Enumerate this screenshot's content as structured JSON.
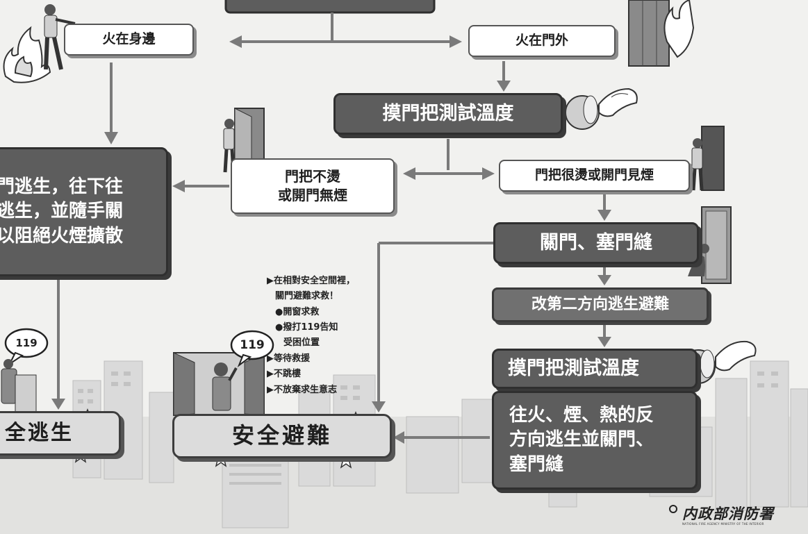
{
  "nodes": {
    "fire_beside": "火在身邊",
    "fire_outside_door": "火在門外",
    "test_door_temp_1": "摸門把測試溫度",
    "knob_not_hot_line1": "門把不燙",
    "knob_not_hot_line2": "或開門無煙",
    "knob_hot": "門把很燙或開門見煙",
    "escape_down_line1": "門逃生，往下往",
    "escape_down_line2": "逃生，並隨手關",
    "escape_down_line3": "以阻絕火煙擴散",
    "close_door": "關門、塞門縫",
    "second_direction": "改第二方向逃生避難",
    "test_door_temp_2": "摸門把測試溫度",
    "reverse_line1": "往火、煙、熱的反",
    "reverse_line2": "方向逃生並關門、",
    "reverse_line3": "塞門縫",
    "safe_escape": "全逃生",
    "safe_refuge": "安全避難"
  },
  "notes": [
    "▶在相對安全空間裡，",
    "關門避難求救！",
    "●開窗求救",
    "●撥打119告知",
    "受困位置",
    "▶等待救援",
    "▶不跳樓",
    "▶不放棄求生意志"
  ],
  "bubbles": {
    "left": "119",
    "center": "119"
  },
  "logo": {
    "name": "内政部消防署",
    "subtitle": "NATIONAL FIRE AGENCY MINISTRY OF THE INTERIOR"
  },
  "colors": {
    "dark_box": "#5d5d5d",
    "light_box": "#ffffff",
    "arrow": "#7a7a7a",
    "background": "#f1f1ef"
  }
}
